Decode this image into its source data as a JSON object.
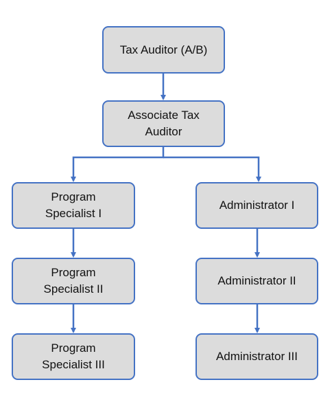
{
  "colors": {
    "node_fill": "#dcdcdc",
    "node_border": "#4472c4",
    "connector": "#4472c4",
    "text": "#111111"
  },
  "nodes": {
    "tax_auditor": "Tax Auditor (A/B)",
    "associate_tax_auditor": [
      "Associate Tax",
      "Auditor"
    ],
    "program_specialist_1": [
      "Program",
      "Specialist I"
    ],
    "program_specialist_2": [
      "Program",
      "Specialist II"
    ],
    "program_specialist_3": [
      "Program",
      "Specialist III"
    ],
    "administrator_1": "Administrator I",
    "administrator_2": "Administrator II",
    "administrator_3": "Administrator III"
  }
}
